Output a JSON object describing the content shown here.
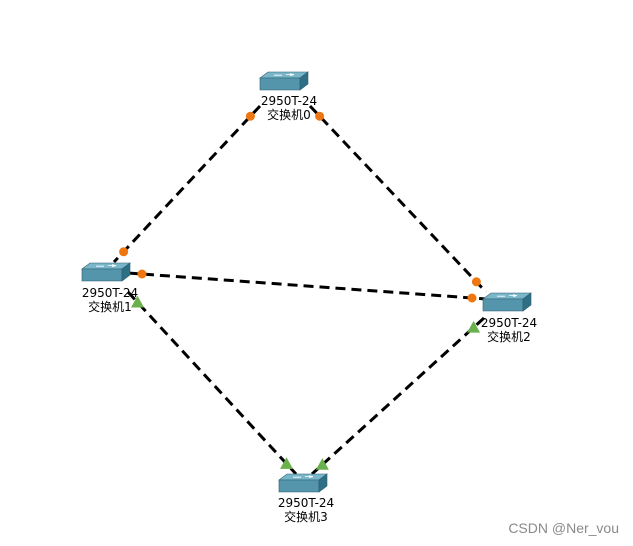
{
  "colors": {
    "link": "#000000",
    "port_down": "#ee7711",
    "port_up": "#6ab04c",
    "switch_top": "#7ab6c9",
    "switch_front": "#5595ab",
    "switch_side": "#2f6f86",
    "watermark": "#8a8a8a"
  },
  "nodes": [
    {
      "id": "sw0",
      "model": "2950T-24",
      "name": "交换机0",
      "icon": "switch-icon"
    },
    {
      "id": "sw1",
      "model": "2950T-24",
      "name": "交换机1",
      "icon": "switch-icon"
    },
    {
      "id": "sw2",
      "model": "2950T-24",
      "name": "交换机2",
      "icon": "switch-icon"
    },
    {
      "id": "sw3",
      "model": "2950T-24",
      "name": "交换机3",
      "icon": "switch-icon"
    }
  ],
  "links": [
    {
      "from": "sw0",
      "to": "sw1",
      "from_port_state": "down",
      "to_port_state": "down",
      "style": "dashed"
    },
    {
      "from": "sw0",
      "to": "sw2",
      "from_port_state": "down",
      "to_port_state": "down",
      "style": "dashed"
    },
    {
      "from": "sw1",
      "to": "sw2",
      "from_port_state": "down",
      "to_port_state": "down",
      "style": "dashed"
    },
    {
      "from": "sw1",
      "to": "sw3",
      "from_port_state": "up",
      "to_port_state": "up",
      "style": "dashed"
    },
    {
      "from": "sw2",
      "to": "sw3",
      "from_port_state": "up",
      "to_port_state": "up",
      "style": "dashed"
    }
  ],
  "watermark": "CSDN @Ner_vou"
}
